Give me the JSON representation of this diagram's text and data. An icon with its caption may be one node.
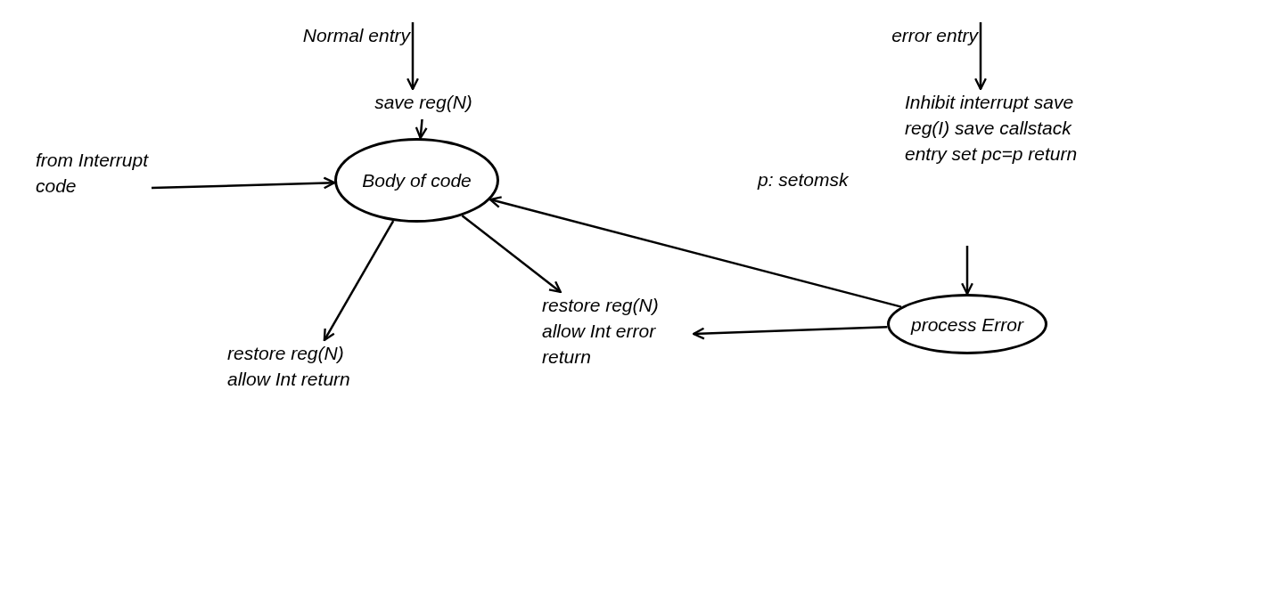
{
  "diagram": {
    "nodes": [
      {
        "text": [
          "Normal entry"
        ]
      },
      {
        "text": [
          "save reg(N)"
        ]
      },
      {
        "text": [
          "Body of code"
        ]
      },
      {
        "text": [
          "from Interrupt code"
        ]
      },
      {
        "text": [
          "restore reg(N) allow Int return"
        ]
      },
      {
        "text": [
          "restore reg(N) allow Int error return"
        ]
      },
      {
        "text": [
          "error entry"
        ]
      },
      {
        "text": [
          "Inhibit interrupt save reg(I) save callstack entry set pc=p return",
          "p: setomsk"
        ]
      },
      {
        "text": [
          "process Error"
        ]
      }
    ],
    "edges": [
      {
        "from": 0,
        "to": 1,
        "arrow": "to"
      },
      {
        "from": 1,
        "to": 2,
        "arrow": "to"
      },
      {
        "from": 3,
        "to": 2,
        "arrow": "to"
      },
      {
        "from": 2,
        "to": 4,
        "arrow": "to"
      },
      {
        "from": 2,
        "to": 5,
        "arrow": "to"
      },
      {
        "from": 6,
        "to": 7,
        "arrow": "to"
      },
      {
        "from": 7,
        "to": 8,
        "arrow": "to"
      },
      {
        "from": 8,
        "to": 2,
        "arrow": "to"
      },
      {
        "from": 8,
        "to": 5,
        "arrow": "to"
      }
    ]
  }
}
